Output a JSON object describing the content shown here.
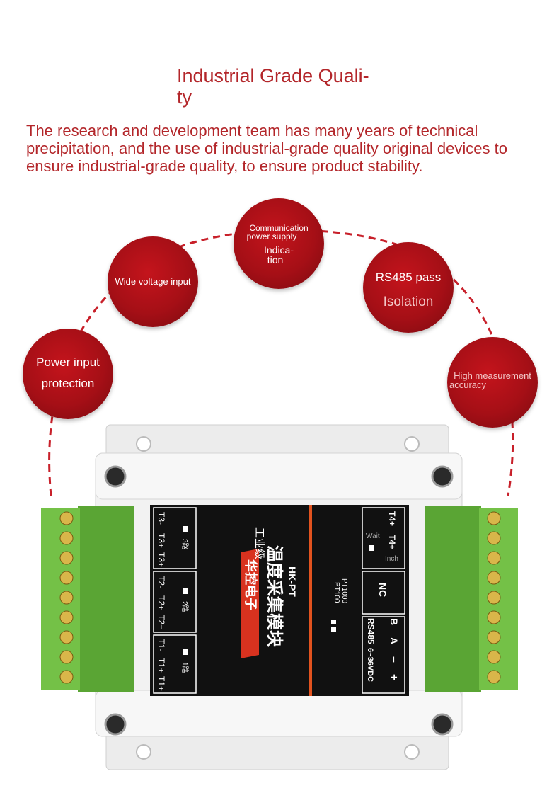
{
  "heading": {
    "line1": "Industrial Grade Quali-",
    "line2": "ty"
  },
  "description": {
    "line1": "The research and development team has many years of technical",
    "line2": "precipitation, and the use of industrial-grade quality original devices to",
    "line3": "ensure industrial-grade quality, to ensure product stability."
  },
  "features": {
    "power": {
      "line1": "Power input",
      "line2": "protection"
    },
    "voltage": {
      "line1": "Wide voltage input"
    },
    "comm": {
      "line1": "Communication",
      "line2": "power supply",
      "line3": "Indica-",
      "line4": "tion"
    },
    "rs485": {
      "line1": "RS485 pass",
      "line2": "Isolation"
    },
    "accuracy": {
      "line1": "High measurement",
      "line2": "accuracy"
    }
  },
  "colors": {
    "accent": "#b3262a",
    "bubble": "#a50f16",
    "terminal": "#6fc040",
    "panel": "#111111",
    "stripe": "#e2531f"
  },
  "device": {
    "brand": "华控电子",
    "grade": "工业级",
    "name": "温度采集模块",
    "model": "HK-PT",
    "sensors": [
      "PT100",
      "PT1000"
    ],
    "left_terminals": [
      "T3-",
      "T3+",
      "T3+",
      "T2-",
      "T2+",
      "T2+",
      "T1-",
      "T1+",
      "T1+"
    ],
    "left_channels": [
      "3路",
      "2路",
      "1路"
    ],
    "right_terminals": [
      "T4+",
      "T4+",
      "NC",
      "B",
      "A",
      "RS485",
      "–",
      "+",
      "6~36VDC"
    ],
    "right_labels": [
      "Wait",
      "Inch"
    ]
  }
}
